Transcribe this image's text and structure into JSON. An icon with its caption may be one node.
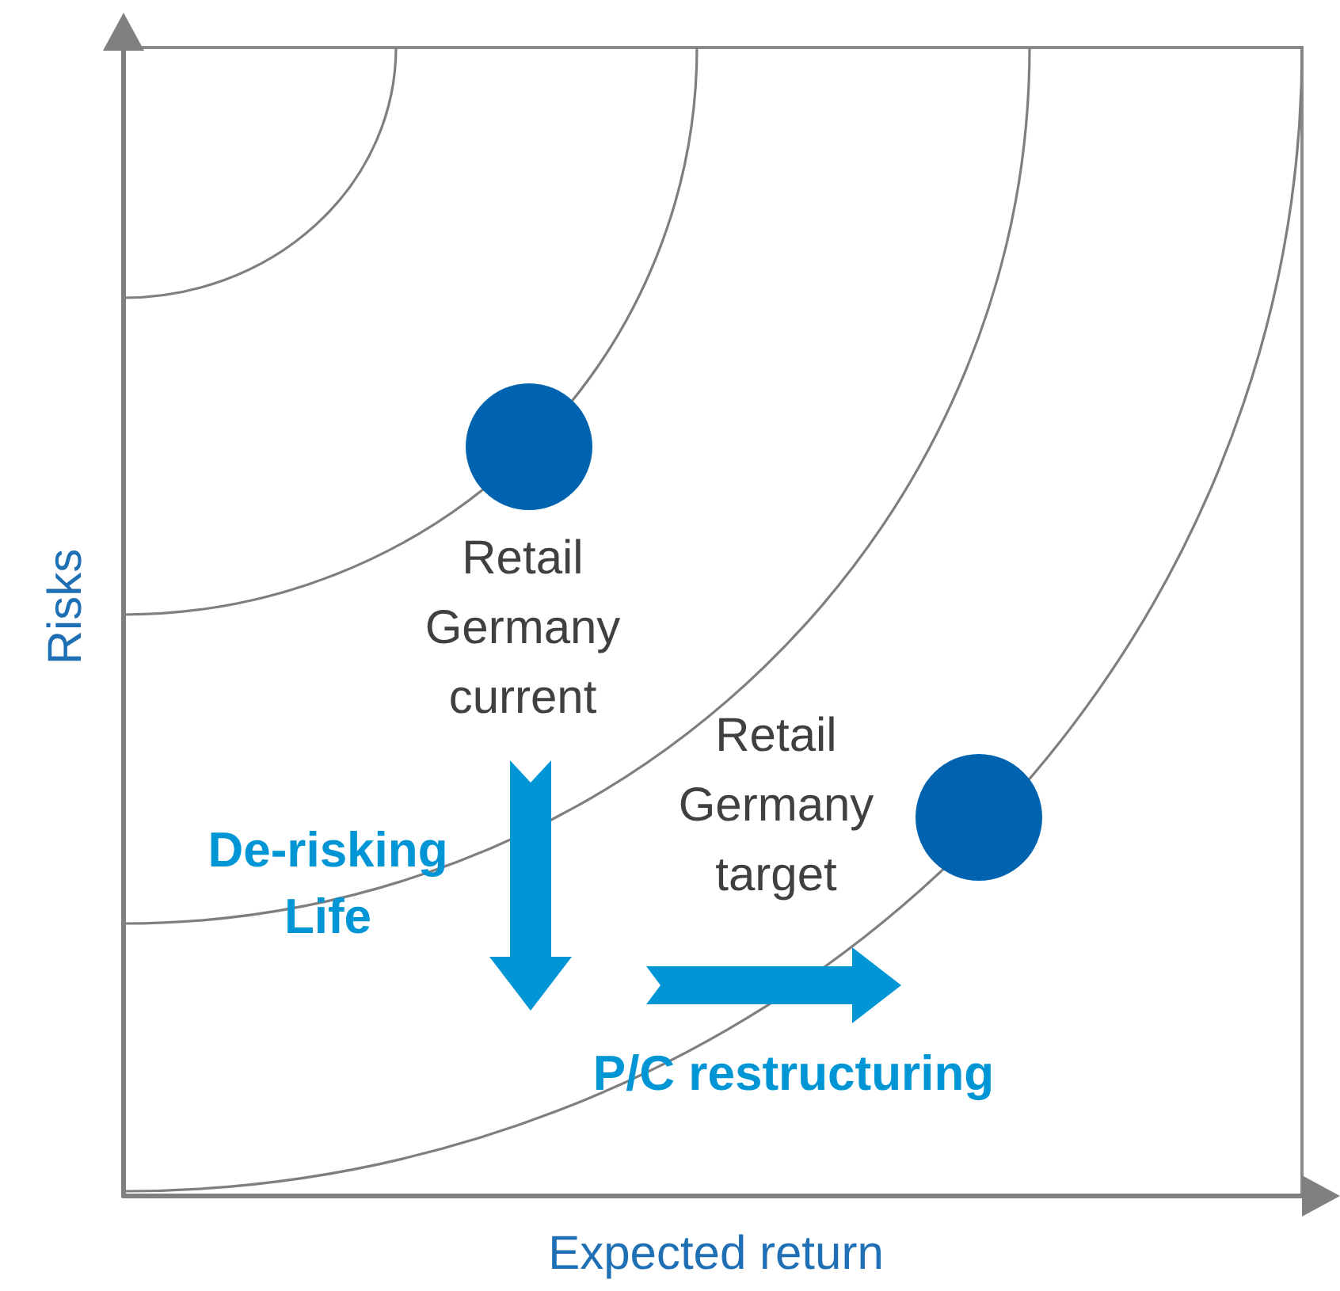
{
  "diagram": {
    "nodes": [
      {
        "text": [],
        "shape": "circle",
        "beside": [
          "Retail Germany current"
        ]
      },
      {
        "text": [],
        "shape": "circle",
        "beside": [
          "Retail Germany target"
        ]
      }
    ],
    "labels": [
      "Risks",
      "De-risking Life",
      "P/C restructuring",
      "Expected return"
    ]
  }
}
